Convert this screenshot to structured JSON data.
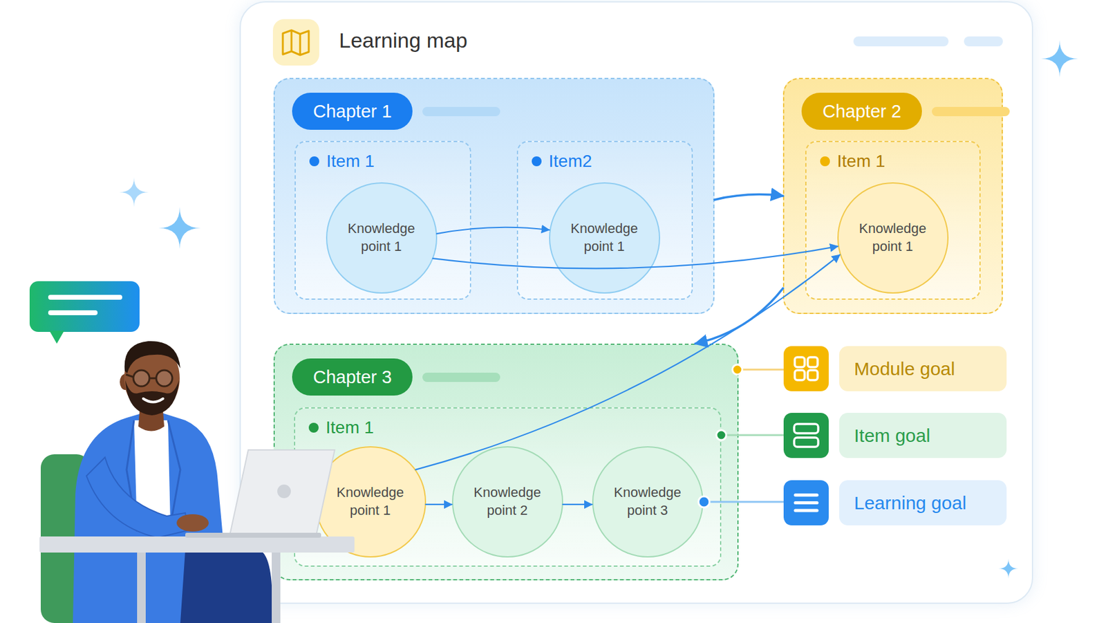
{
  "diagram": {
    "title": "Learning map",
    "nodes": [
      {
        "text": [
          "Chapter 1"
        ]
      },
      {
        "text": [
          "Item 1"
        ],
        "in": 0
      },
      {
        "text": [
          "Knowledge point 1"
        ],
        "in": 1
      },
      {
        "text": [
          "Item2"
        ],
        "in": 0
      },
      {
        "text": [
          "Knowledge point 1"
        ],
        "in": 3
      },
      {
        "text": [
          "Chapter 2"
        ]
      },
      {
        "text": [
          "Item 1"
        ],
        "in": 5
      },
      {
        "text": [
          "Knowledge point 1"
        ],
        "in": 6
      },
      {
        "text": [
          "Chapter 3"
        ]
      },
      {
        "text": [
          "Item 1"
        ],
        "in": 8
      },
      {
        "text": [
          "Knowledge point 1"
        ],
        "in": 9
      },
      {
        "text": [
          "Knowledge point 2"
        ],
        "in": 9
      },
      {
        "text": [
          "Knowledge point 3"
        ],
        "in": 9
      }
    ],
    "edges": [
      {
        "from": 2,
        "to": 4,
        "arrow": "to"
      },
      {
        "from": 2,
        "to": 7,
        "arrow": "to"
      },
      {
        "from": 0,
        "to": 5,
        "arrow": "to"
      },
      {
        "from": 5,
        "to": 8,
        "arrow": "to"
      },
      {
        "from": 10,
        "to": 7,
        "arrow": "to"
      },
      {
        "from": 10,
        "to": 11,
        "arrow": "to"
      },
      {
        "from": 11,
        "to": 12,
        "arrow": "to"
      }
    ],
    "legend": [
      {
        "text": "Module goal",
        "color": "#f5b800"
      },
      {
        "text": "Item goal",
        "color": "#219b4a"
      },
      {
        "text": "Learning goal",
        "color": "#2a8bef"
      }
    ]
  }
}
